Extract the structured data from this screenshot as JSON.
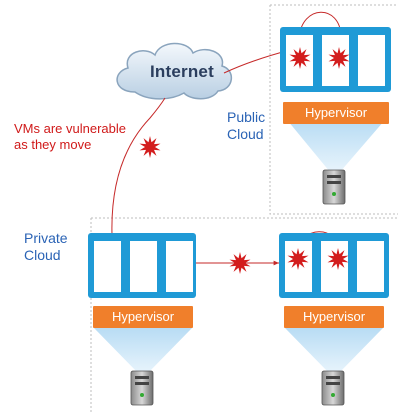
{
  "labels": {
    "internet": "Internet",
    "public_cloud": "Public\nCloud",
    "private_cloud": "Private\nCloud",
    "vulnerable_note": "VMs are vulnerable\nas they move",
    "hypervisor": "Hypervisor"
  },
  "colors": {
    "vm_frame": "#1f9ad6",
    "vm_slot": "#ffffff",
    "hypervisor": "#f07f2b",
    "threat": "#d31d1d",
    "label_blue": "#2a63b5",
    "label_red": "#d01a1a",
    "cloud_fill": "#dbe9f4"
  },
  "icons": {
    "threat": "red-starburst-icon",
    "server": "server-tower-icon",
    "cloud": "internet-cloud-icon"
  }
}
